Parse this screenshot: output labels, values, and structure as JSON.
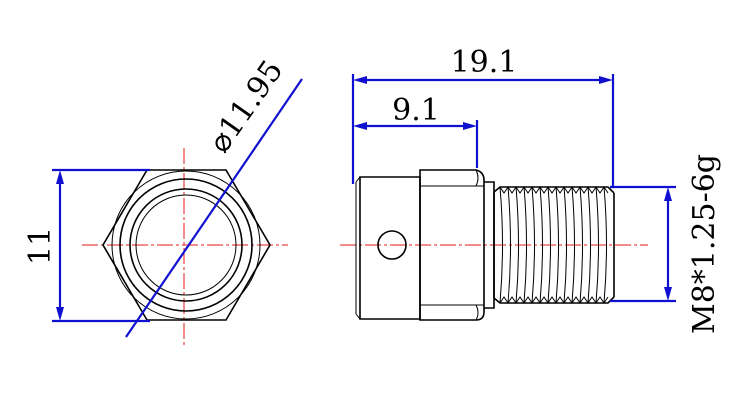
{
  "dimensions": {
    "hex_across_flats": "11",
    "hex_across_corners": "⌀11.95",
    "overall_length": "19.1",
    "body_length": "9.1",
    "thread_spec": "M8*1.25-6g"
  },
  "colors": {
    "outline": "#000000",
    "dimension_lines": "#1010d0",
    "center_lines": "#e01818",
    "background": "#ffffff"
  }
}
